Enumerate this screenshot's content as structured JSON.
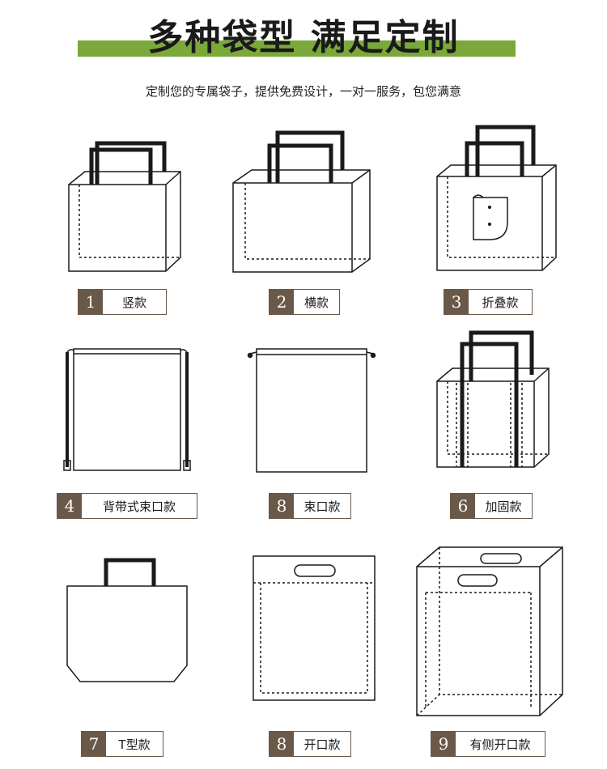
{
  "header": {
    "title": "多种袋型 满足定制",
    "subtitle": "定制您的专属袋子，提供免费设计，一对一服务，包您满意"
  },
  "colors": {
    "accent": "#7aa83a",
    "label_dark": "#6a5849",
    "line": "#1a1a1a"
  },
  "bags": [
    {
      "num": "1",
      "label": "竖款"
    },
    {
      "num": "2",
      "label": "横款"
    },
    {
      "num": "3",
      "label": "折叠款"
    },
    {
      "num": "4",
      "label": "背带式束口款"
    },
    {
      "num": "8",
      "label": "束口款"
    },
    {
      "num": "6",
      "label": "加固款"
    },
    {
      "num": "7",
      "label": "T型款"
    },
    {
      "num": "8",
      "label": "开口款"
    },
    {
      "num": "9",
      "label": "有侧开口款"
    }
  ]
}
